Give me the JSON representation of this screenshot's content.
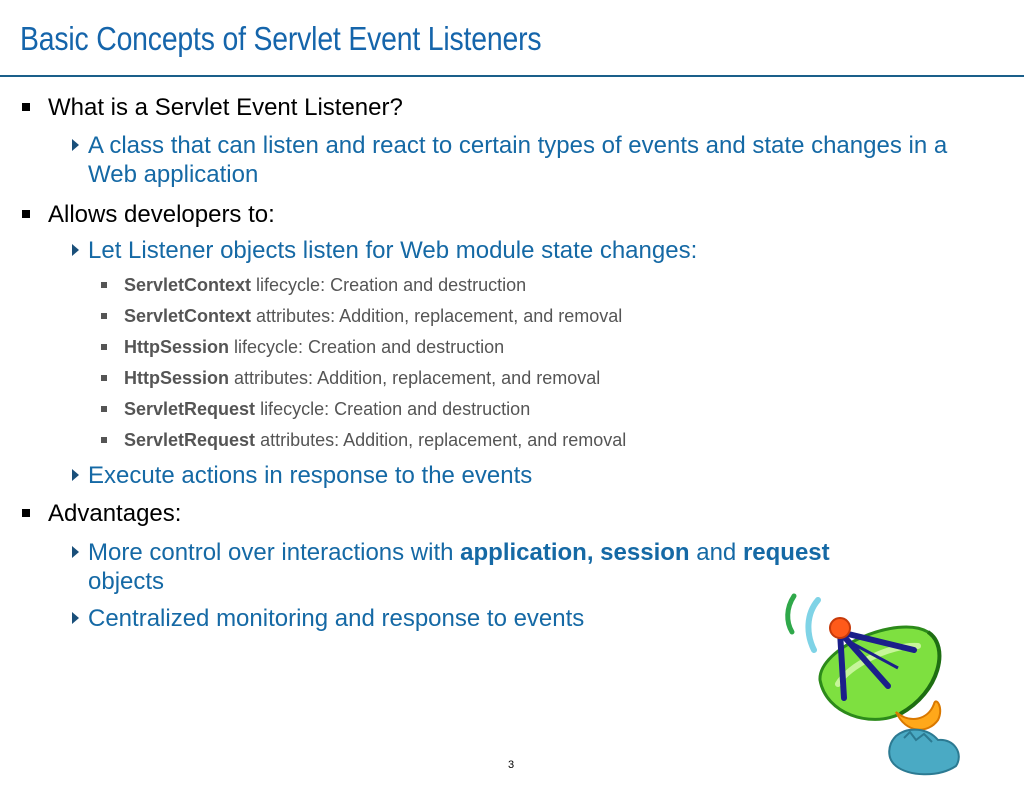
{
  "slide": {
    "title": "Basic Concepts of Servlet Event Listeners",
    "page_number": "3"
  },
  "bullets": {
    "b1": "What is a Servlet Event Listener?",
    "b1_sub1": "A class that can listen and react to certain types of events and state changes in a Web application",
    "b2": "Allows developers to:",
    "b2_sub1": "Let Listener objects listen for Web module state changes:",
    "b2_items": [
      {
        "bold": "ServletContext",
        "rest": " lifecycle: Creation and destruction"
      },
      {
        "bold": "ServletContext",
        "rest": " attributes: Addition, replacement, and removal"
      },
      {
        "bold": "HttpSession",
        "rest": " lifecycle: Creation and destruction"
      },
      {
        "bold": "HttpSession",
        "rest": " attributes: Addition, replacement, and removal"
      },
      {
        "bold": "ServletRequest",
        "rest": " lifecycle: Creation and destruction"
      },
      {
        "bold": "ServletRequest",
        "rest": " attributes: Addition, replacement, and removal"
      }
    ],
    "b2_sub2": "Execute actions in response to the events",
    "b3": "Advantages:",
    "b3_sub1": {
      "pre": "More control over interactions with ",
      "bold1": "application, session",
      "mid": " and ",
      "bold2": "request",
      "post": " objects"
    },
    "b3_sub2": "Centralized monitoring and response to events"
  },
  "clipart": {
    "icon": "satellite-dish-icon"
  },
  "colors": {
    "title": "#1565ab",
    "rule": "#1a5f8a",
    "level2_text": "#1569a5",
    "level3_text": "#555555"
  }
}
